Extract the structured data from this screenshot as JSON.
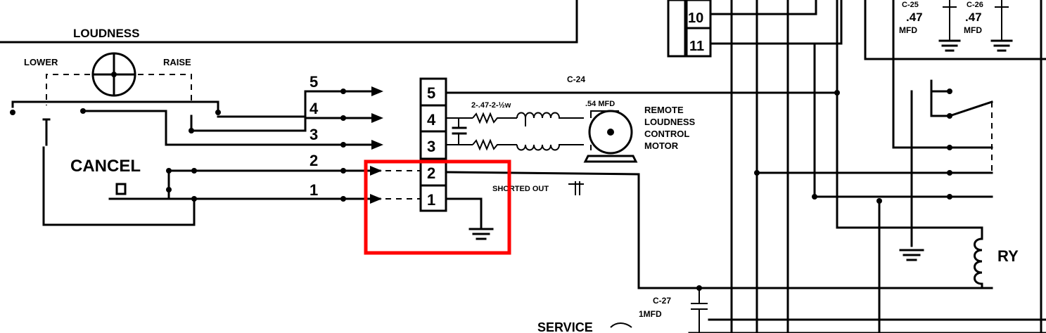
{
  "labels": {
    "loudness": "LOUDNESS",
    "lower": "LOWER",
    "raise": "RAISE",
    "cancel": "CANCEL",
    "c24": "C-24",
    "cap_spec": "2-.47-2-½w",
    "cap_mfd": ".54 MFD",
    "motor_line1": "REMOTE",
    "motor_line2": "LOUDNESS",
    "motor_line3": "CONTROL",
    "motor_line4": "MOTOR",
    "shorted_out": "SHORTED OUT",
    "c25": "C-25",
    "c25_val": ".47",
    "c25_unit": "MFD",
    "c26": "C-26",
    "c26_val": ".47",
    "c26_unit": "MFD",
    "c27": "C-27",
    "c27_val": "1MFD",
    "ry": "RY",
    "service": "SERVICE"
  },
  "terminal_block": [
    "5",
    "4",
    "3",
    "2",
    "1"
  ],
  "wire_numbers": [
    "5",
    "4",
    "3",
    "2",
    "1"
  ],
  "top_terminals": [
    "10",
    "11"
  ],
  "highlight": {
    "color": "#ff0000"
  }
}
